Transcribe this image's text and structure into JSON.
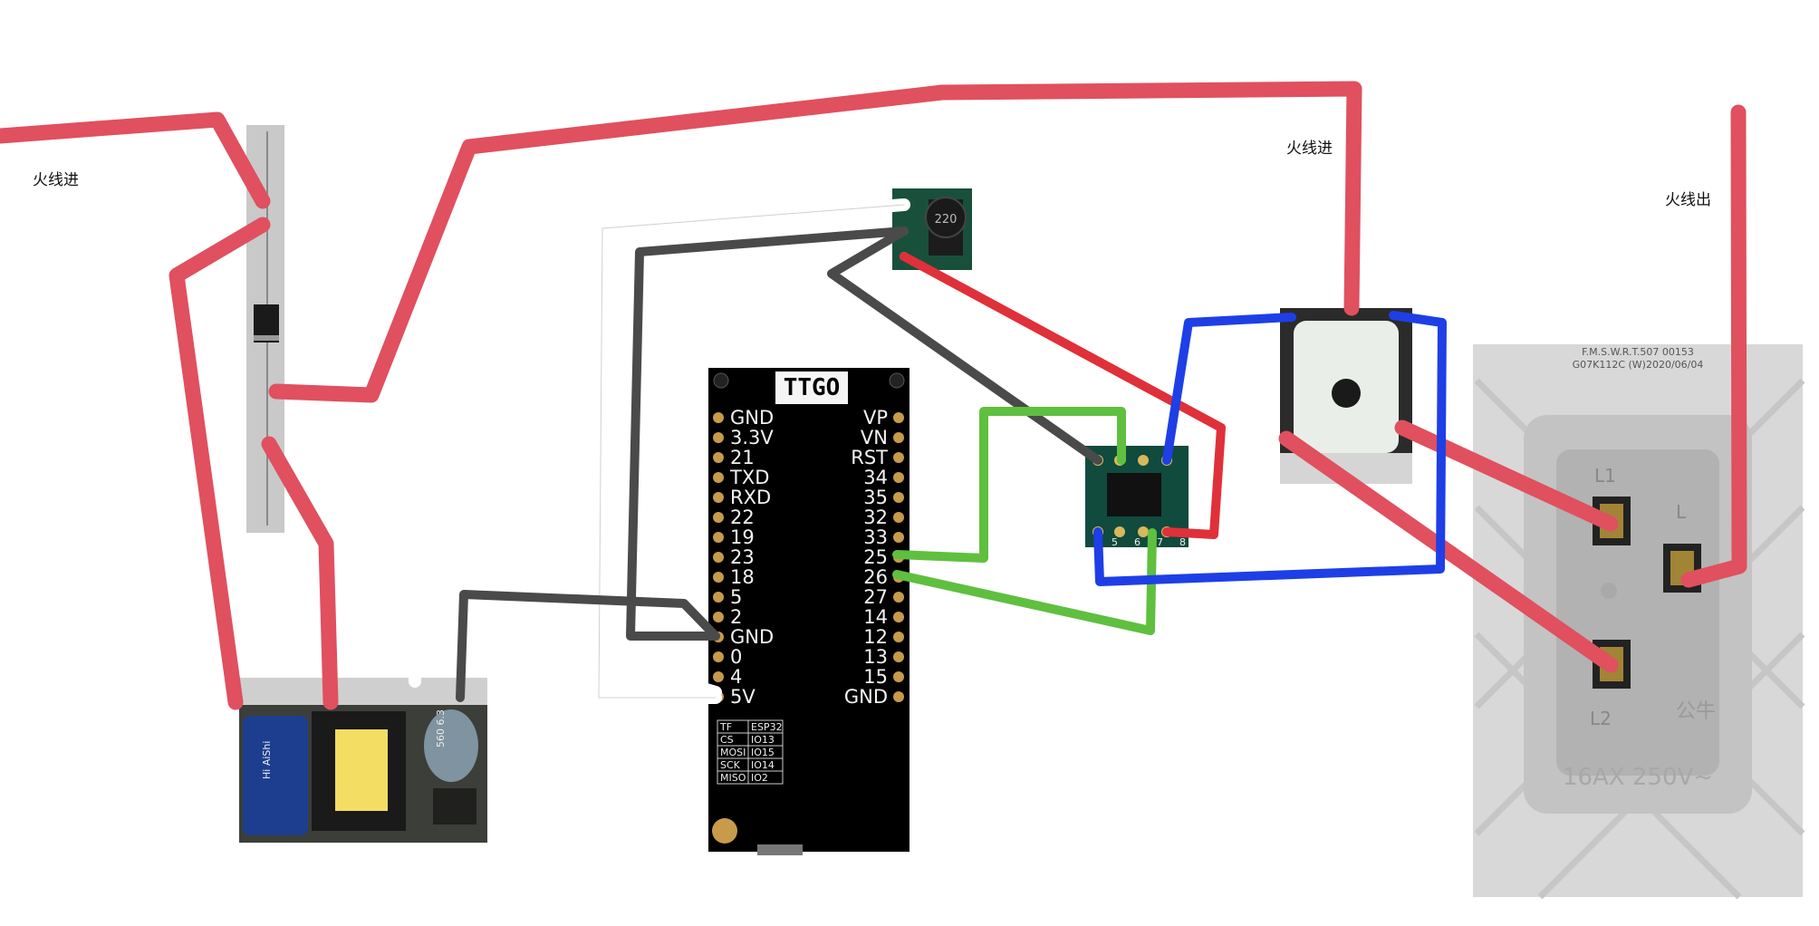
{
  "labels": {
    "live_in_left": "火线进",
    "live_in_right": "火线进",
    "live_out": "火线出"
  },
  "board": {
    "title": "TTGO",
    "left_pins": [
      "GND",
      "3.3V",
      "21",
      "TXD",
      "RXD",
      "22",
      "19",
      "23",
      "18",
      "5",
      "2",
      "GND",
      "0",
      "4",
      "5V"
    ],
    "right_pins": [
      "VP",
      "VN",
      "RST",
      "34",
      "35",
      "32",
      "33",
      "25",
      "26",
      "27",
      "14",
      "12",
      "13",
      "15",
      "GND"
    ],
    "table": [
      [
        "TF",
        "ESP32"
      ],
      [
        "CS",
        "IO13"
      ],
      [
        "MOSI",
        "IO15"
      ],
      [
        "SCK",
        "IO14"
      ],
      [
        "MISO",
        "IO2"
      ]
    ]
  },
  "dcdc": {
    "inductor": "220"
  },
  "ic": {
    "pins_bottom": [
      "5",
      "6",
      "7",
      "8"
    ]
  },
  "psu": {
    "cap_brand": "Hi AiShi",
    "cap2": "560 6.3"
  },
  "socket": {
    "code1": "F.M.S.W.R.T.507 00153",
    "code2": "G07K112C (W)2020/06/04",
    "rating": "16AX 250V~",
    "brand": "公牛",
    "mark_l1": "L1",
    "mark_l2": "L2",
    "mark_l": "L"
  },
  "colors": {
    "live": "#e0505f",
    "white": "#ffffff",
    "gnd": "#4a4a4a",
    "signal": "#5fbf3f",
    "relay": "#1e3fe6",
    "red": "#e0303a"
  }
}
